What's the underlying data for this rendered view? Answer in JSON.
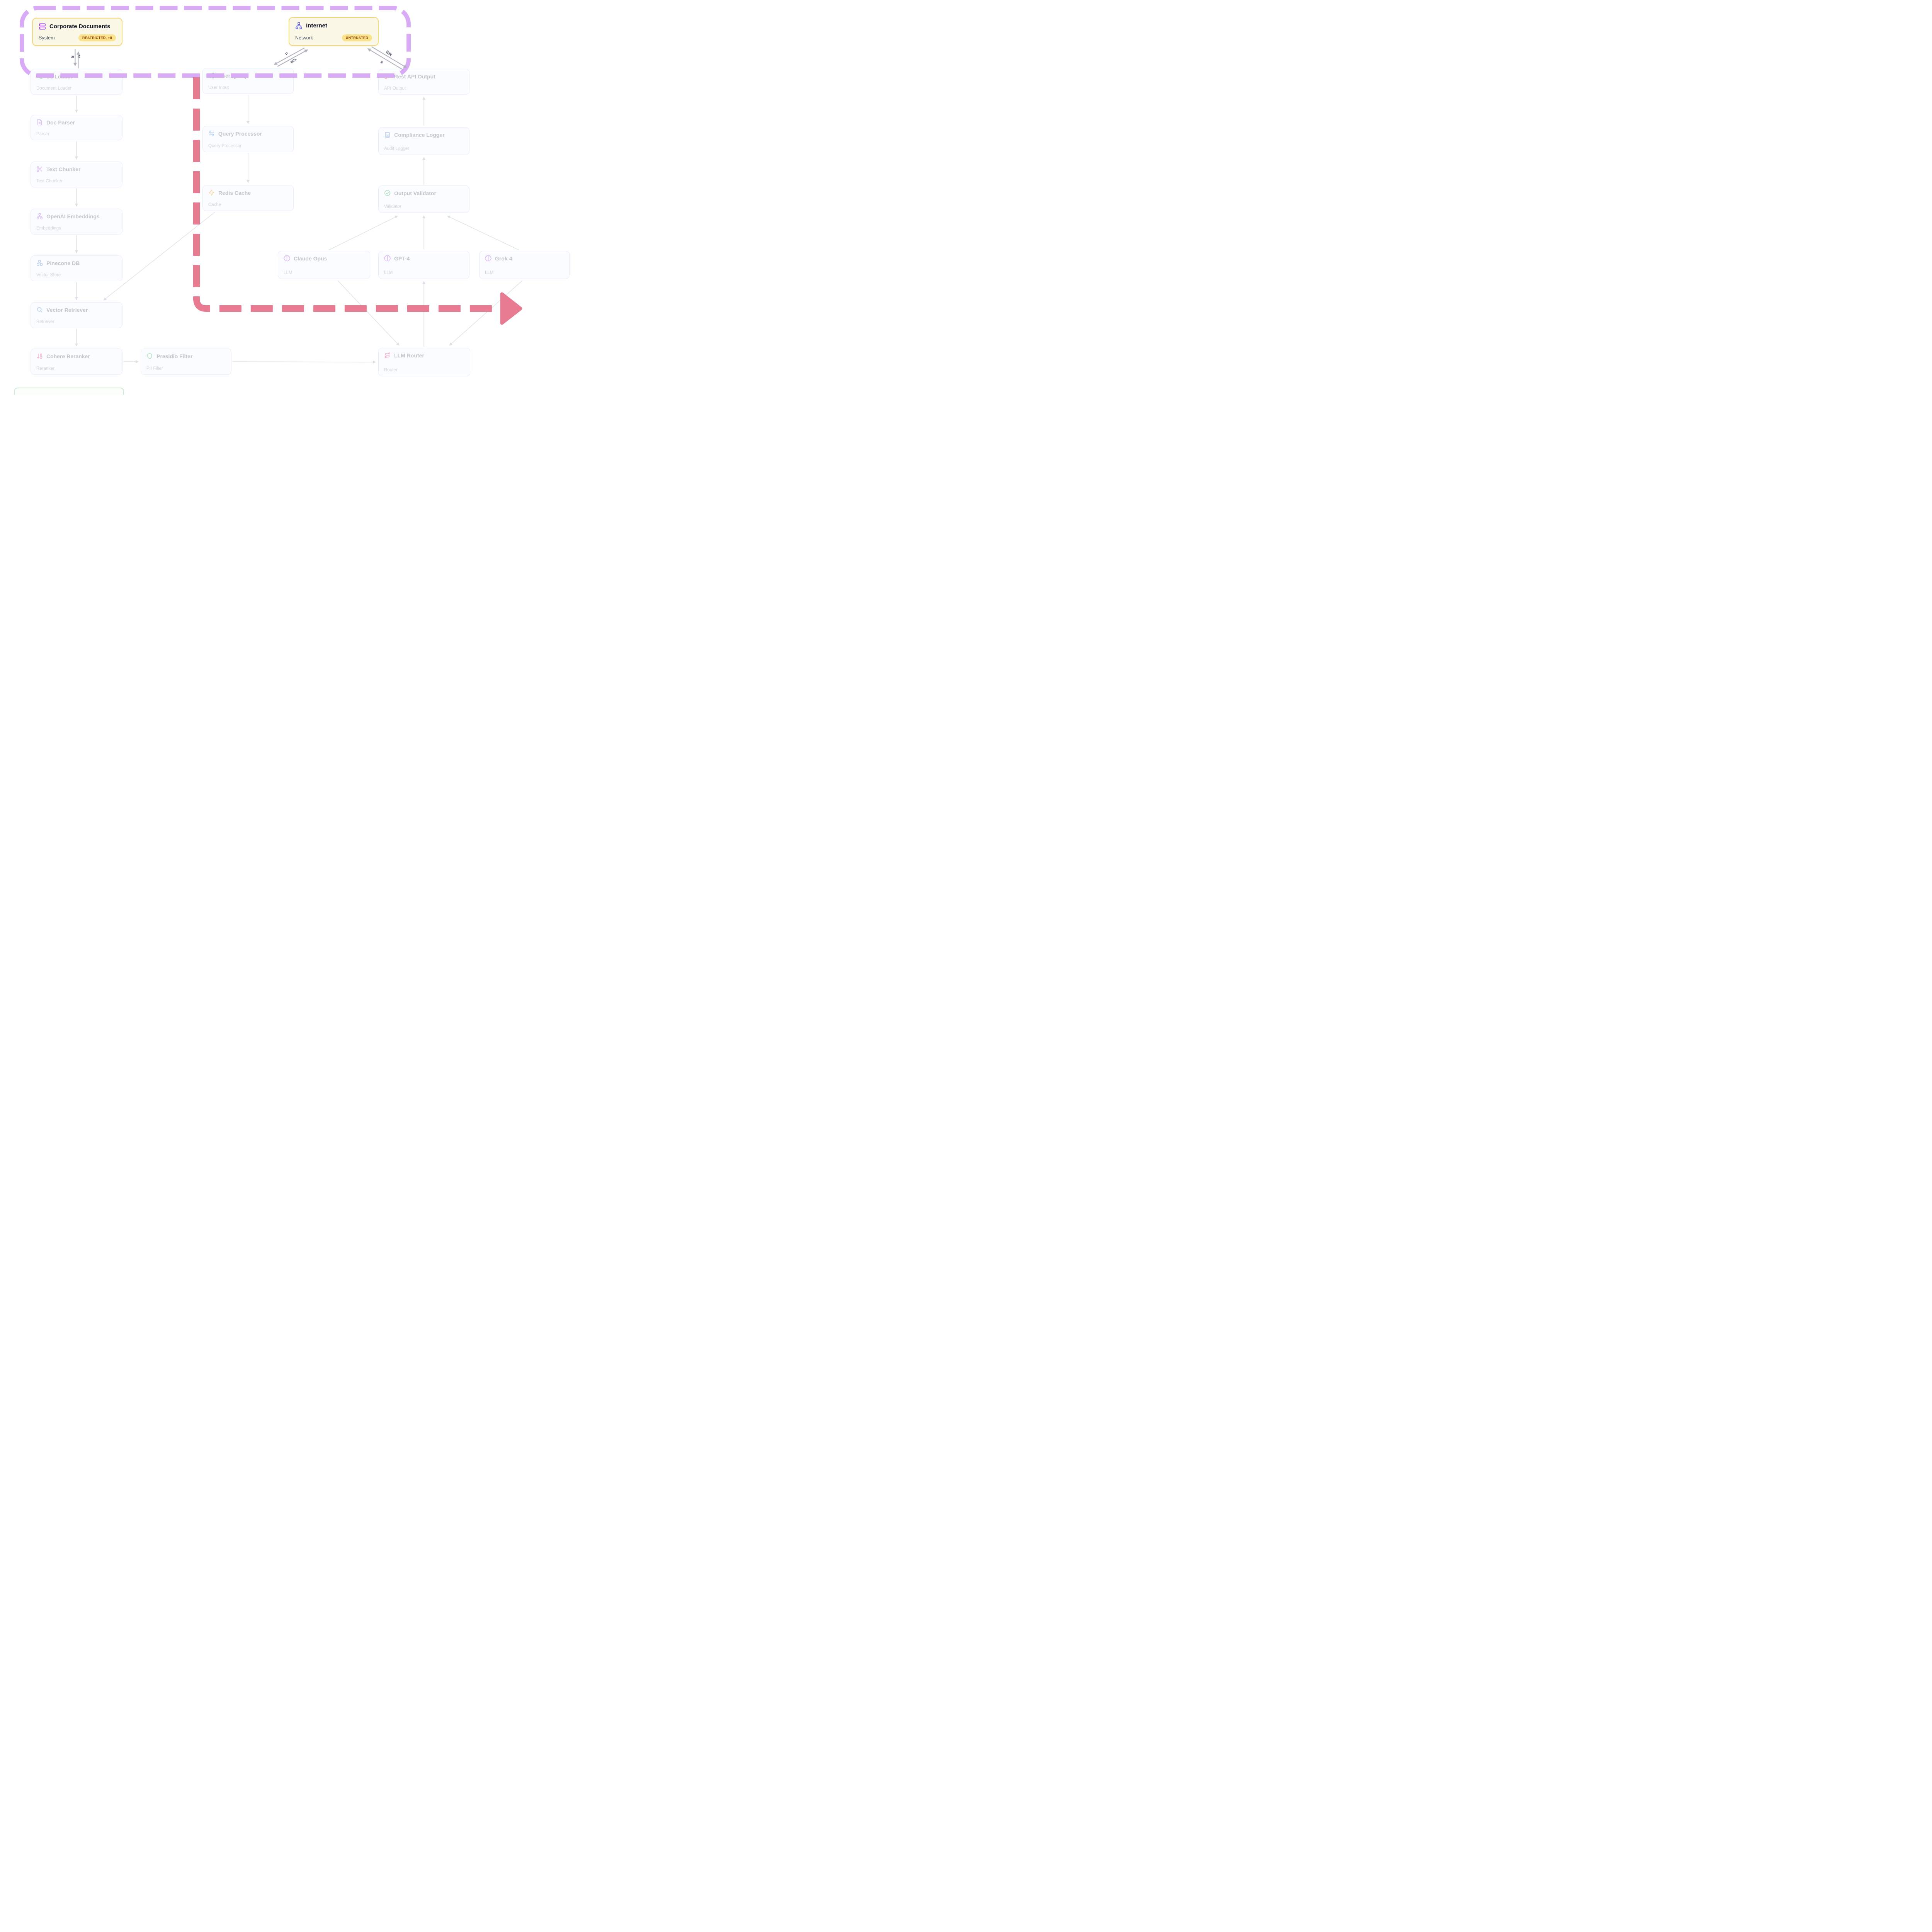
{
  "diagram": {
    "highlight_color": "#e87a92",
    "zone_border_color": "#d9aaf5"
  },
  "edge_labels": {
    "corp_read": "R",
    "corp_write": "W",
    "net_user_read": "R",
    "net_user_wx": "W/X",
    "net_api_wx": "W/X",
    "net_api_read": "R"
  },
  "nodes": {
    "corporate_documents": {
      "title": "Corporate Documents",
      "subtitle": "System",
      "badge": "RESTRICTED, +8",
      "icon": "server-icon",
      "icon_color": "#9b2ff2"
    },
    "internet": {
      "title": "Internet",
      "subtitle": "Network",
      "badge": "UNTRUSTED",
      "icon": "network-icon",
      "icon_color": "#5155e0"
    },
    "s3_loader": {
      "title": "S3 Loader",
      "subtitle": "Document Loader",
      "icon": "log-in-icon",
      "icon_color": "#9fd9af"
    },
    "doc_parser": {
      "title": "Doc Parser",
      "subtitle": "Parser",
      "icon": "file-text-icon",
      "icon_color": "#dcc0f5"
    },
    "text_chunker": {
      "title": "Text Chunker",
      "subtitle": "Text Chunker",
      "icon": "scissors-icon",
      "icon_color": "#d9b3f2"
    },
    "openai_embeddings": {
      "title": "OpenAI Embeddings",
      "subtitle": "Embeddings",
      "icon": "network-tree-icon",
      "icon_color": "#dcc0f5"
    },
    "pinecone_db": {
      "title": "Pinecone DB",
      "subtitle": "Vector Store",
      "icon": "boxes-icon",
      "icon_color": "#b5c9ef"
    },
    "vector_retriever": {
      "title": "Vector Retriever",
      "subtitle": "Retriever",
      "icon": "search-icon",
      "icon_color": "#b5c9ef"
    },
    "cohere_reranker": {
      "title": "Cohere Reranker",
      "subtitle": "Reranker",
      "icon": "sort-az-icon",
      "icon_color": "#f5aecb"
    },
    "presidio_filter": {
      "title": "Presidio Filter",
      "subtitle": "PII Filter",
      "icon": "shield-icon",
      "icon_color": "#a9e0ba"
    },
    "user_query": {
      "title": "User Query",
      "subtitle": "User Input",
      "icon": "log-in-icon",
      "icon_color": "#9fd9af"
    },
    "query_processor": {
      "title": "Query Processor",
      "subtitle": "Query Processor",
      "icon": "swap-icon",
      "icon_color": "#9fc0f2"
    },
    "redis_cache": {
      "title": "Redis Cache",
      "subtitle": "Cache",
      "icon": "zap-icon",
      "icon_color": "#f0d2a0"
    },
    "claude_opus": {
      "title": "Claude Opus",
      "subtitle": "LLM",
      "icon": "brain-icon",
      "icon_color": "#ddb9f2"
    },
    "gpt4": {
      "title": "GPT-4",
      "subtitle": "LLM",
      "icon": "brain-icon",
      "icon_color": "#ddb9f2"
    },
    "grok4": {
      "title": "Grok 4",
      "subtitle": "LLM",
      "icon": "brain-icon",
      "icon_color": "#ddb9f2"
    },
    "rest_api_output": {
      "title": "Rest API Output",
      "subtitle": "API Output",
      "icon": "log-out-icon",
      "icon_color": "#f2a6ad"
    },
    "compliance_logger": {
      "title": "Compliance Logger",
      "subtitle": "Audit Logger",
      "icon": "clipboard-list-icon",
      "icon_color": "#b5c8ef"
    },
    "output_validator": {
      "title": "Output Validator",
      "subtitle": "Validator",
      "icon": "check-circle-icon",
      "icon_color": "#a9ddb8"
    },
    "llm_router": {
      "title": "LLM Router",
      "subtitle": "Router",
      "icon": "route-icon",
      "icon_color": "#f2a9c2"
    }
  }
}
